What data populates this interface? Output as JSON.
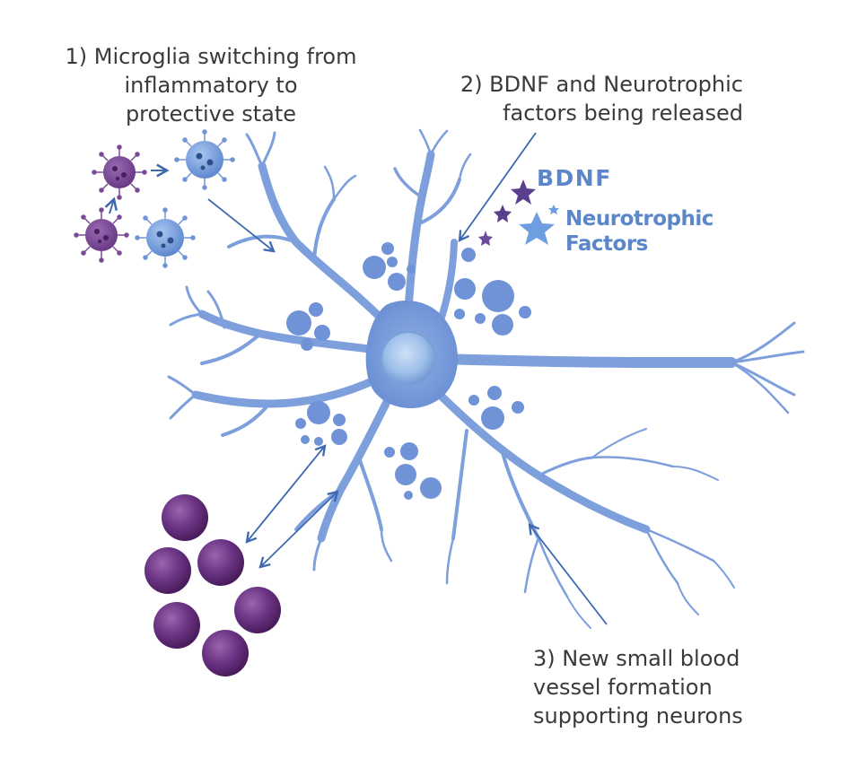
{
  "captions": {
    "microglia": {
      "line1": "1) Microglia switching from",
      "line2": "inflammatory to",
      "line3": "protective state"
    },
    "bdnf": {
      "line1": "2) BDNF and Neurotrophic",
      "line2": "factors being released"
    },
    "vessels": {
      "line1": "3) New small blood",
      "line2": "vessel formation",
      "line3": "supporting neurons"
    }
  },
  "labels": {
    "bdnf": "BDNF",
    "neurotrophic_line1": "Neurotrophic",
    "neurotrophic_line2": "Factors"
  },
  "colors": {
    "neuron_blue": "#6f93d6",
    "nucleus_blue": "#9ec0ea",
    "microglia_purple": "#7a4a96",
    "microglia_blue": "#6f95d6",
    "cell_purple": "#5e2c72",
    "arrow_blue": "#3e68b0",
    "text": "#3a3a3a",
    "label_blue": "#5b86c9"
  }
}
